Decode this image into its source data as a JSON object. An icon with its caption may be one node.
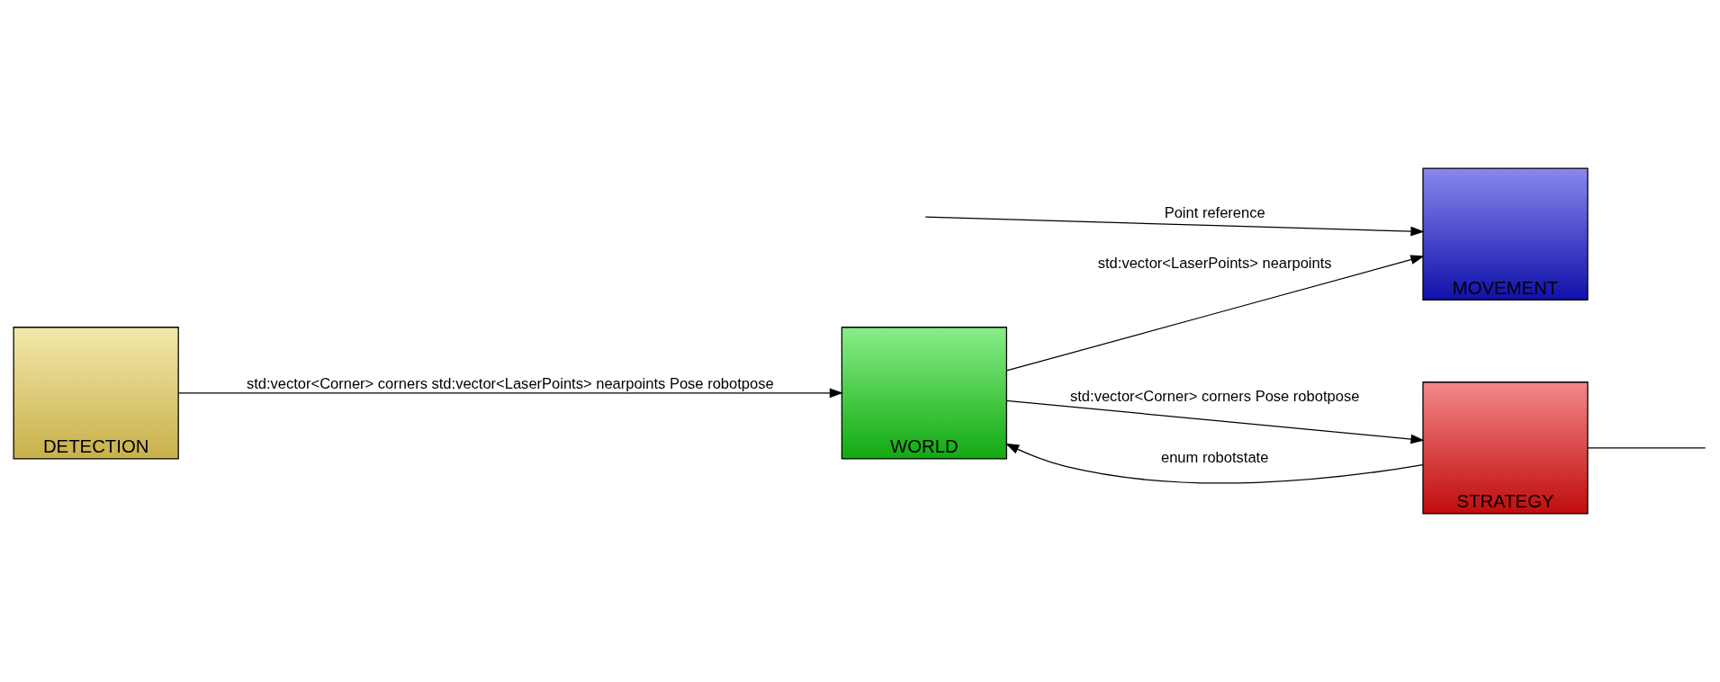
{
  "diagram": {
    "nodes": [
      {
        "text": [
          "WORLD"
        ]
      },
      {
        "text": [
          "DETECTION"
        ]
      },
      {
        "text": [
          "STRATEGY"
        ]
      },
      {
        "text": [
          "MOVEMENT"
        ]
      }
    ],
    "edges": [
      {
        "from": 0,
        "to": 3,
        "arrow": "to",
        "label": "std:vector<LaserPoints> nearpoints"
      },
      {
        "from": 0,
        "to": 2,
        "arrow": "to",
        "label": "std:vector<Corner> corners Pose robotpose"
      },
      {
        "from": 1,
        "to": 0,
        "arrow": "to",
        "label": "std:vector<Corner> corners std:vector<LaserPoints> nearpoints Pose robotpose"
      },
      {
        "from": 2,
        "to": 0,
        "arrow": "to",
        "label": "enum robotstate"
      },
      {
        "from": 2,
        "to": null,
        "arrow": "none"
      },
      {
        "from": null,
        "to": 3,
        "arrow": "to",
        "label": "Point reference"
      }
    ]
  }
}
